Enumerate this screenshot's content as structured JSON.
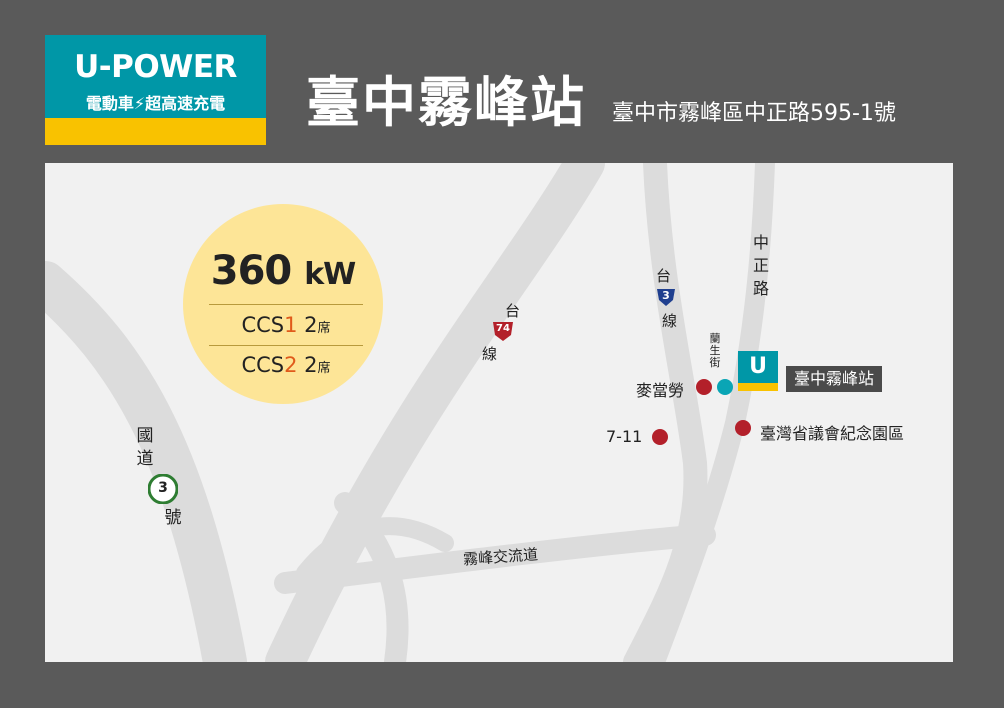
{
  "brand": {
    "name": "U-POWER",
    "tagline": "電動車⚡超高速充電",
    "colors": {
      "teal": "#0097a7",
      "yellow": "#f9c200",
      "frame": "#5a5a5a"
    }
  },
  "header": {
    "station_name": "臺中霧峰站",
    "address": "臺中市霧峰區中正路595-1號"
  },
  "charging": {
    "power_value": "360",
    "power_unit": "kW",
    "connectors": [
      {
        "type": "CCS",
        "number": "1",
        "seats": "2",
        "seat_unit": "席"
      },
      {
        "type": "CCS",
        "number": "2",
        "seats": "2",
        "seat_unit": "席"
      }
    ]
  },
  "map": {
    "roads": {
      "freeway_3": {
        "label_top": "國道",
        "number": "3",
        "label_bottom": "號"
      },
      "route_74": {
        "label_top": "台",
        "number": "74",
        "label_bottom": "線"
      },
      "route_3": {
        "label_top": "台",
        "number": "3",
        "label_bottom": "線"
      },
      "zhongzheng_road": "中正路",
      "lansheng_street": "蘭生街",
      "wufeng_interchange": "霧峰交流道"
    },
    "pois": [
      {
        "name": "麥當勞",
        "color": "#b3202a",
        "icon": "red-dot"
      },
      {
        "name": "7-11",
        "color": "#b3202a",
        "icon": "red-dot"
      },
      {
        "name": "臺灣省議會紀念園區",
        "color": "#b3202a",
        "icon": "red-dot"
      }
    ],
    "station": {
      "marker_letter": "U",
      "label": "臺中霧峰站",
      "dot_color": "#0aa5b5"
    }
  }
}
